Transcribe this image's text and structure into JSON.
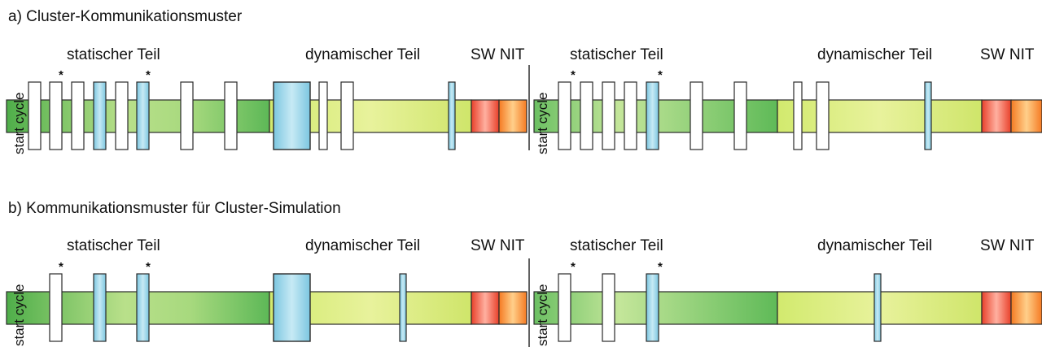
{
  "colors": {
    "static_dark": "#6cc063",
    "static_light": "#d4ec9c",
    "dynamic": "#d9ec75",
    "slot_blue": "#8fd0e6",
    "slot_white": "#ffffff",
    "nit_red": "#ee4a2e",
    "nit_orange": "#f7882d",
    "outline": "#2a2a2a"
  },
  "panels": [
    {
      "title": "a) Cluster-Kommunikationsmuster",
      "cycles": [
        {
          "start_label": "start cycle",
          "static_label": "statischer Teil",
          "dynamic_label": "dynamischer Teil",
          "nit_label": "SW NIT",
          "markers": [
            "*",
            "*"
          ]
        },
        {
          "start_label": "start cycle",
          "static_label": "statischer Teil",
          "dynamic_label": "dynamischer Teil",
          "nit_label": "SW NIT",
          "markers": [
            "*",
            "*"
          ]
        }
      ]
    },
    {
      "title": "b) Kommunikationsmuster für Cluster-Simulation",
      "cycles": [
        {
          "start_label": "start cycle",
          "static_label": "statischer Teil",
          "dynamic_label": "dynamischer Teil",
          "nit_label": "SW NIT",
          "markers": [
            "*",
            "*"
          ]
        },
        {
          "start_label": "start cycle",
          "static_label": "statischer Teil",
          "dynamic_label": "dynamischer Teil",
          "nit_label": "SW NIT",
          "markers": [
            "*",
            "*"
          ]
        }
      ]
    }
  ]
}
